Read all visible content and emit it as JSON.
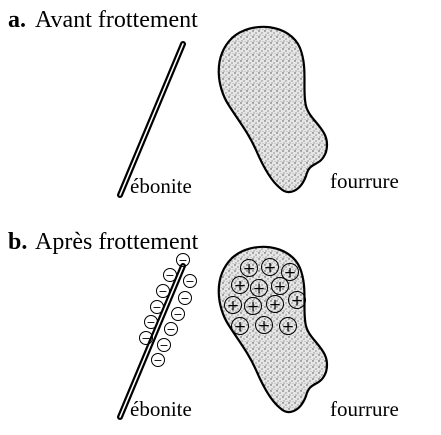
{
  "panel_a": {
    "letter": "a.",
    "title": "Avant frottement"
  },
  "panel_b": {
    "letter": "b.",
    "title": "Après frottement"
  },
  "labels": {
    "rod": "ébonite",
    "fur": "fourrure"
  },
  "charges": {
    "negative_symbol": "−",
    "positive_symbol": "+",
    "negative_count": 12,
    "positive_count": 13
  }
}
